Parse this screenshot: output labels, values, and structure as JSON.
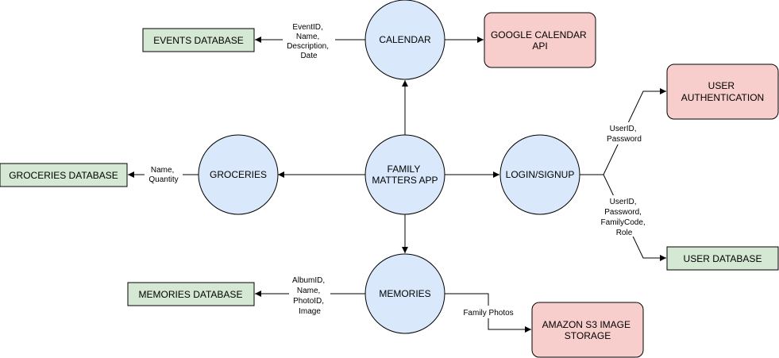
{
  "colors": {
    "process_fill": "#dae8fc",
    "database_fill": "#d5e8d4",
    "database_stroke": "#82b366",
    "external_fill": "#f8cecc",
    "stroke": "#000000"
  },
  "processes": {
    "calendar": "CALENDAR",
    "family_app": [
      "FAMILY",
      "MATTERS APP"
    ],
    "groceries": "GROCERIES",
    "login": "LOGIN/SIGNUP",
    "memories": "MEMORIES"
  },
  "databases": {
    "events": "EVENTS DATABASE",
    "groceries": "GROCERIES DATABASE",
    "user": "USER DATABASE",
    "memories": "MEMORIES DATABASE"
  },
  "externals": {
    "google_calendar": [
      "GOOGLE CALENDAR",
      "API"
    ],
    "user_auth": [
      "USER",
      "AUTHENTICATION"
    ],
    "s3": [
      "AMAZON S3 IMAGE",
      "STORAGE"
    ]
  },
  "edge_labels": {
    "events": [
      "EventID,",
      "Name,",
      "Description,",
      "Date"
    ],
    "groceries": [
      "Name,",
      "Quantity"
    ],
    "auth": [
      "UserID,",
      "Password"
    ],
    "userdb": [
      "UserID,",
      "Password,",
      "FamilyCode,",
      "Role"
    ],
    "memories": [
      "AlbumID,",
      "Name,",
      "PhotoID,",
      "Image"
    ],
    "photos": "Family Photos"
  }
}
